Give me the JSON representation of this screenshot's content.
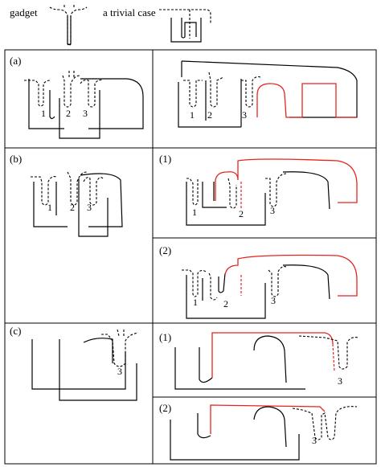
{
  "header": {
    "gadget_label": "gadget",
    "trivial_label": "a trivial case"
  },
  "panels": {
    "a": {
      "label": "(a)",
      "numbers": [
        "1",
        "2",
        "3"
      ],
      "result_numbers": [
        "1",
        "2",
        "3"
      ]
    },
    "b": {
      "label": "(b)",
      "numbers": [
        "1",
        "2",
        "3"
      ],
      "result1": {
        "label": "(1)",
        "numbers": [
          "1",
          "2",
          "3"
        ]
      },
      "result2": {
        "label": "(2)",
        "numbers": [
          "1",
          "2",
          "3"
        ]
      }
    },
    "c": {
      "label": "(c)",
      "numbers": [
        "3"
      ],
      "result1": {
        "label": "(1)",
        "numbers": [
          "3"
        ]
      },
      "result2": {
        "label": "(2)",
        "numbers": [
          "3"
        ]
      }
    }
  },
  "colors": {
    "stroke": "#000000",
    "highlight": "#e8231e"
  }
}
